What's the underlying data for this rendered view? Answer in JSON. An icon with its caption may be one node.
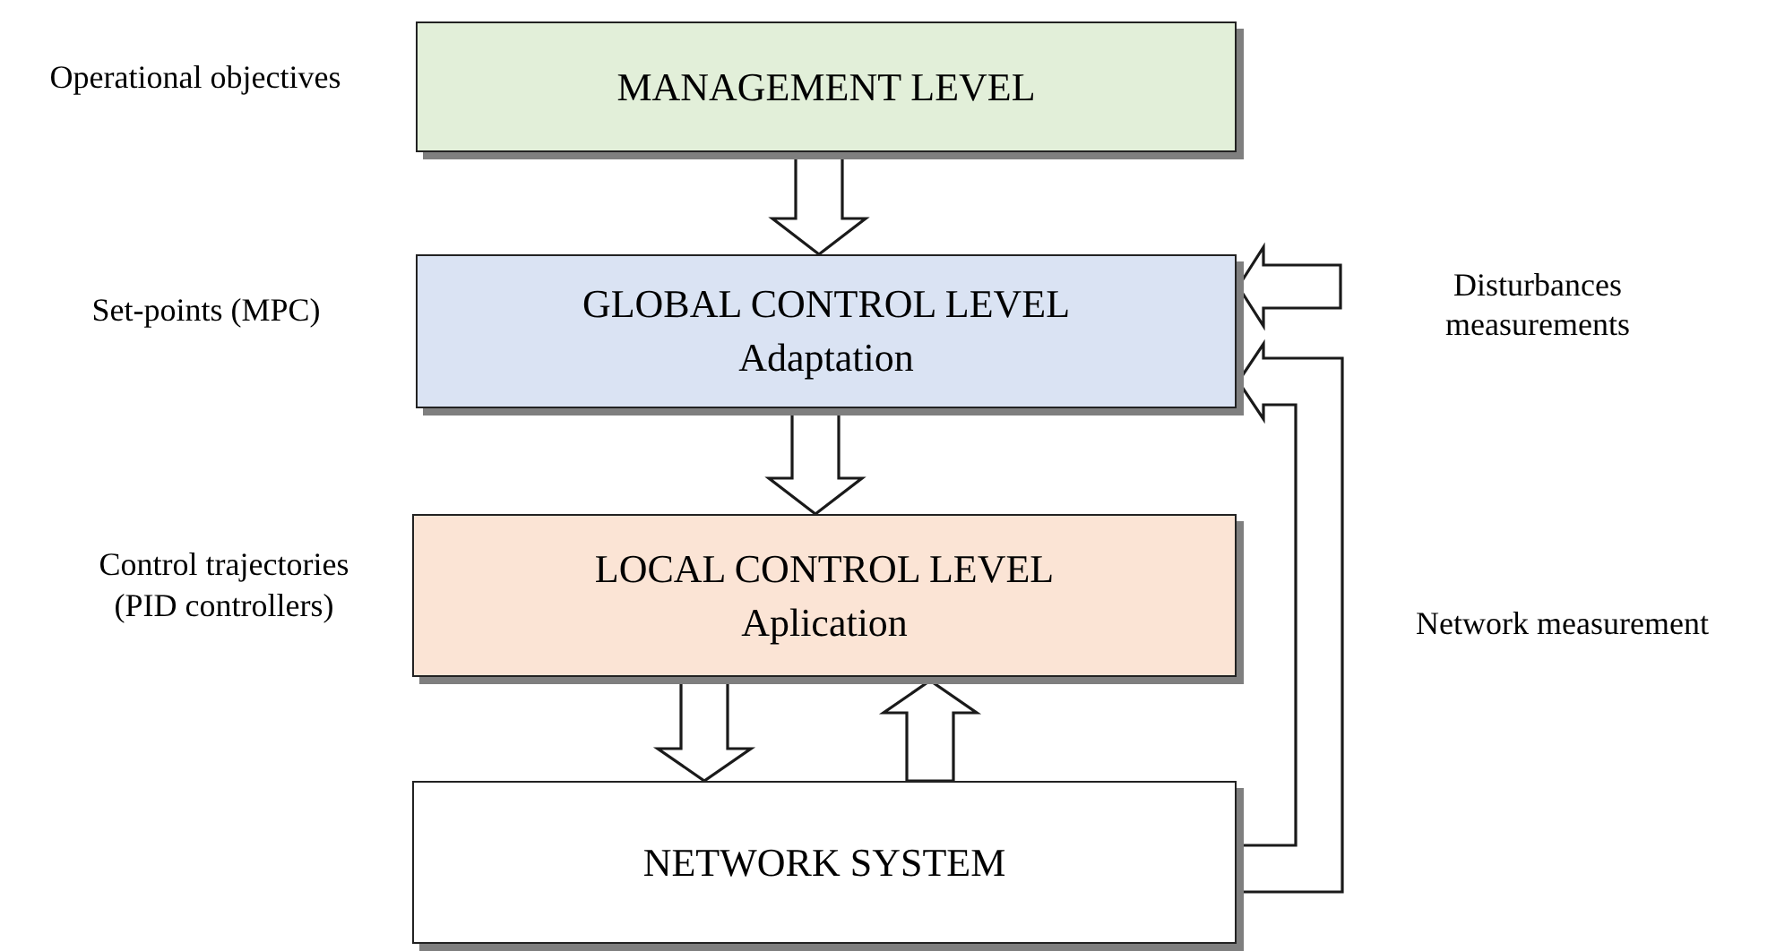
{
  "diagram": {
    "nodes": [
      {
        "text": [
          "MANAGEMENT LEVEL"
        ],
        "beside": [
          "Operational objectives"
        ]
      },
      {
        "text": [
          "GLOBAL CONTROL LEVEL",
          "Adaptation"
        ],
        "beside": [
          "Set-points (MPC)"
        ]
      },
      {
        "text": [
          "LOCAL CONTROL LEVEL",
          "Aplication"
        ],
        "beside": [
          "Control trajectories (PID controllers)"
        ]
      },
      {
        "text": [
          "NETWORK SYSTEM"
        ]
      },
      {
        "text": [
          "Disturbances measurements"
        ]
      }
    ],
    "edges": [
      {
        "from": 0,
        "to": 1,
        "arrow": "to"
      },
      {
        "from": 1,
        "to": 2,
        "arrow": "to"
      },
      {
        "from": 2,
        "to": 3,
        "arrow": "to"
      },
      {
        "from": 3,
        "to": 2,
        "arrow": "to"
      },
      {
        "from": 4,
        "to": 1,
        "arrow": "to"
      },
      {
        "from": 3,
        "to": 1,
        "arrow": "to"
      }
    ],
    "labels": [
      "Network measurement"
    ]
  }
}
